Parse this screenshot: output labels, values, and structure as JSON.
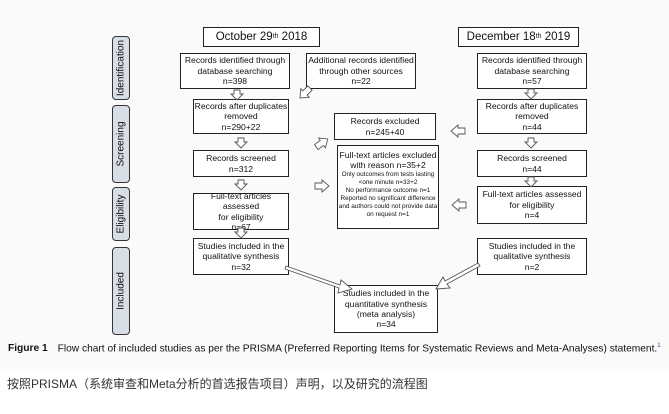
{
  "dates": {
    "left": {
      "text": "October 29",
      "sup": "th",
      "year": " 2018"
    },
    "right": {
      "text": "December 18",
      "sup": "th",
      "year": " 2019"
    }
  },
  "stages": {
    "identification": "Identification",
    "screening": "Screening",
    "eligibility": "Eligibility",
    "included": "Included"
  },
  "left_column": {
    "identified": [
      "Records identified through",
      "database searching",
      "n=398"
    ],
    "additional": [
      "Additional records identified",
      "through other sources",
      "n=22"
    ],
    "after_duplicates": [
      "Records after duplicates",
      "removed",
      "n=290+22"
    ],
    "screened": [
      "Records screened",
      "n=312"
    ],
    "fulltext": [
      "Full-text articles assessed",
      "for eligibility",
      "n=67"
    ],
    "qualitative": [
      "Studies included in the",
      "qualitative synthesis",
      "n=32"
    ]
  },
  "center_column": {
    "excluded": [
      "Records excluded",
      "n=245+40"
    ],
    "fulltext_excluded": [
      "Full-text articles excluded",
      "with reason  n=35+2"
    ],
    "fulltext_excluded_reasons": [
      "Only outcomes from tests lasting",
      "<one minute n=33+2",
      "No performance outcome n=1",
      "Reported no significant difference",
      "and authors could not provide data",
      "on request n=1"
    ],
    "quantitative": [
      "Studies included in the",
      "quantitative synthesis",
      "(meta analysis)",
      "n=34"
    ]
  },
  "right_column": {
    "identified": [
      "Records identified through",
      "database searching",
      "n=57"
    ],
    "after_duplicates": [
      "Records after duplicates",
      "removed",
      "n=44"
    ],
    "screened": [
      "Records screened",
      "n=44"
    ],
    "fulltext": [
      "Full-text articles assessed",
      "for eligibility",
      "n=4"
    ],
    "qualitative": [
      "Studies included in the",
      "qualitative synthesis",
      "n=2"
    ]
  },
  "caption": {
    "label": "Figure 1",
    "text": "Flow chart of included studies as per the PRISMA (Preferred Reporting Items for Systematic Reviews and Meta-Analyses) statement.",
    "ref": "1"
  },
  "chinese_caption": "按照PRISMA（系统审查和Meta分析的首选报告项目）声明，以及研究的流程图"
}
